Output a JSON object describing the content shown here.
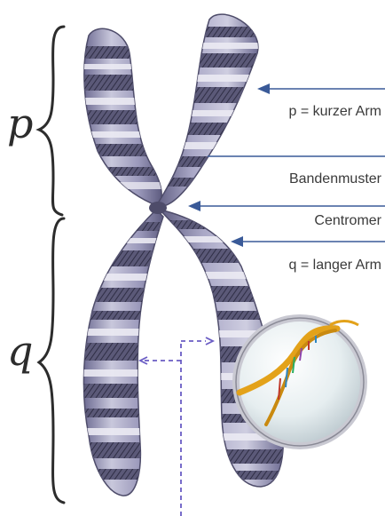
{
  "labels": {
    "p_letter": "p",
    "q_letter": "q",
    "p_arm": "p = kurzer Arm",
    "band_pattern": "Bandenmuster",
    "centromere": "Centromer",
    "q_arm": "q = langer Arm"
  },
  "colors": {
    "chromatid": "#8f8db4",
    "chromatid_light": "#c9c8dc",
    "band_dark": "#55536f",
    "band_light": "#ebeaf3",
    "leader_line": "#3a5a98",
    "dashed_line": "#6a5cc4",
    "helix_gold": "#e3a21a",
    "lens_bg": "#e9f0f2"
  },
  "icons": {
    "dna_lens": "dna-helix-magnifier-icon"
  }
}
